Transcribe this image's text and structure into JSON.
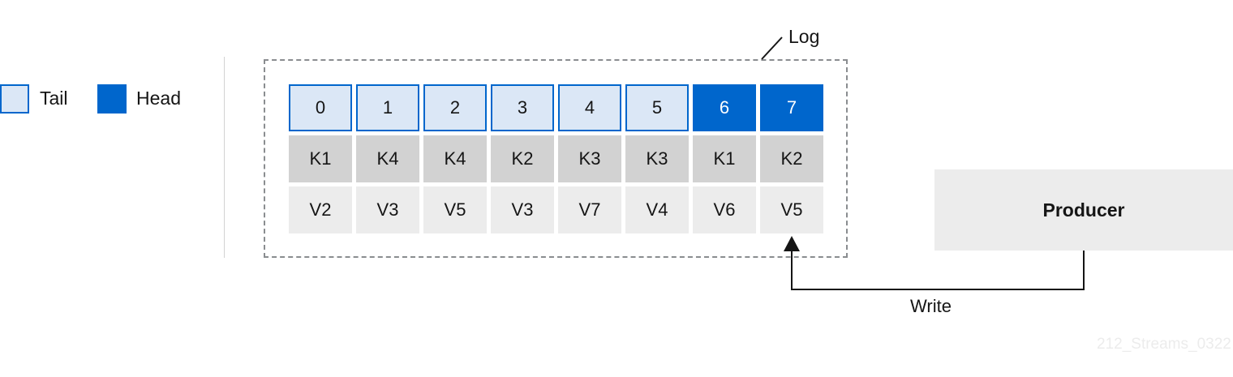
{
  "legend": {
    "tail_label": "Tail",
    "head_label": "Head"
  },
  "log": {
    "label": "Log",
    "cells": [
      {
        "offset": "0",
        "key": "K1",
        "value": "V2",
        "state": "tail"
      },
      {
        "offset": "1",
        "key": "K4",
        "value": "V3",
        "state": "tail"
      },
      {
        "offset": "2",
        "key": "K4",
        "value": "V5",
        "state": "tail"
      },
      {
        "offset": "3",
        "key": "K2",
        "value": "V3",
        "state": "tail"
      },
      {
        "offset": "4",
        "key": "K3",
        "value": "V7",
        "state": "tail"
      },
      {
        "offset": "5",
        "key": "K3",
        "value": "V4",
        "state": "tail"
      },
      {
        "offset": "6",
        "key": "K1",
        "value": "V6",
        "state": "head"
      },
      {
        "offset": "7",
        "key": "K2",
        "value": "V5",
        "state": "head"
      }
    ]
  },
  "producer": {
    "label": "Producer"
  },
  "arrow": {
    "label": "Write"
  },
  "watermark": "212_Streams_0322",
  "colors": {
    "tail_fill": "#dbe7f6",
    "head_fill": "#0066cc",
    "border_blue": "#0066cc",
    "key_fill": "#d2d2d2",
    "value_fill": "#ececec"
  }
}
